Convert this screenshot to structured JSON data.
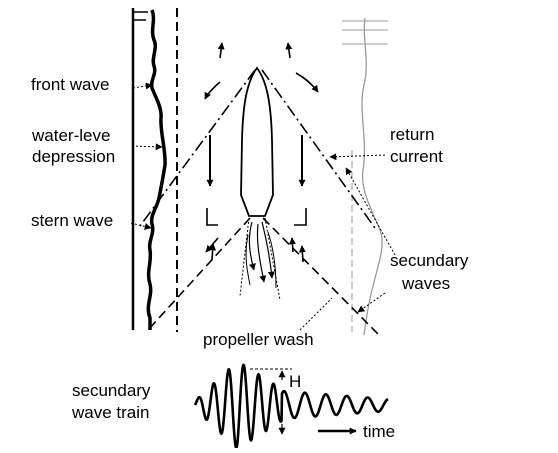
{
  "labels": {
    "front_wave": "front wave",
    "water_level_line1": "water-leve",
    "water_level_line2": "depression",
    "stern_wave": "stern wave",
    "return_line1": "return",
    "return_line2": "current",
    "secundary_line1": "secundary",
    "secundary_line2": "waves",
    "propeller_wash": "propeller wash",
    "train_line1": "secundary",
    "train_line2": "wave train",
    "height": "H",
    "time": "time"
  },
  "colors": {
    "ink": "#000000",
    "grey": "#9a9a9a",
    "background": "#ffffff"
  }
}
